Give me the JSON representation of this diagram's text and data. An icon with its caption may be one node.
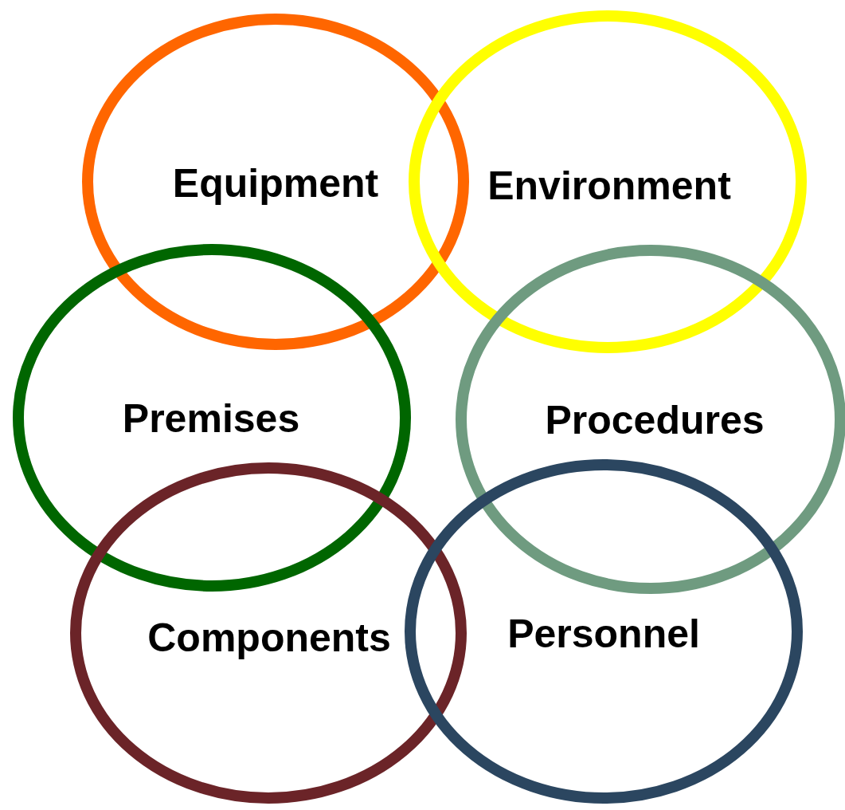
{
  "diagram": {
    "nodes": [
      {
        "text": [
          "Equipment"
        ]
      },
      {
        "text": [
          "Environment"
        ]
      },
      {
        "text": [
          "Premises"
        ]
      },
      {
        "text": [
          "Procedures"
        ]
      },
      {
        "text": [
          "Components"
        ]
      },
      {
        "text": [
          "Personnel"
        ]
      }
    ]
  }
}
